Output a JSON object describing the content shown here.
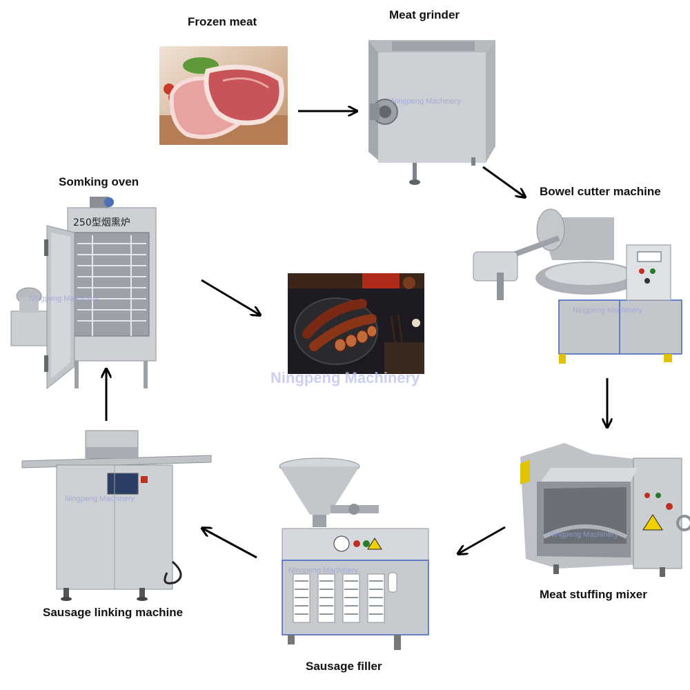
{
  "steps": {
    "frozen_meat": "Frozen meat",
    "meat_grinder": "Meat grinder",
    "bowel_cutter": "Bowel cutter machine",
    "stuffing_mixer": "Meat stuffing mixer",
    "sausage_filler": "Sausage filler",
    "linking_machine": "Sausage linking machine",
    "smoking_oven": "Somking oven"
  },
  "oven_plate": "250型烟熏炉",
  "watermark": "Ningpeng Machinery",
  "colors": {
    "steel": "#c9ccd0",
    "steel_dark": "#8e9399",
    "meat": "#d97878",
    "sausage": "#7a2a14",
    "arrow": "#000000",
    "watermark": "#9aa0d8"
  }
}
